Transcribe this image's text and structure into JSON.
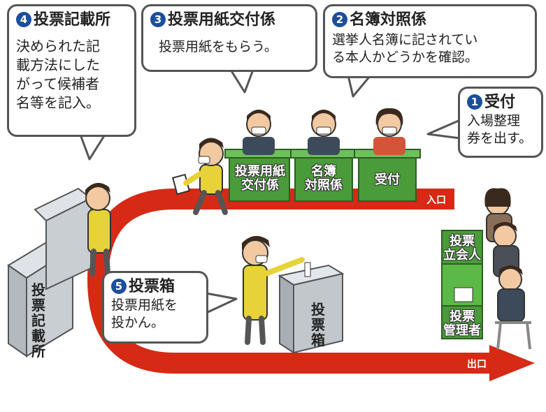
{
  "bubbles": {
    "kisai": {
      "num": "4",
      "title": "投票記載所",
      "body": "決められた記\n載方法にした\nがって候補者\n名等を記入。"
    },
    "yoshi": {
      "num": "3",
      "title": "投票用紙交付係",
      "body": "投票用紙をもらう。"
    },
    "meibo": {
      "num": "2",
      "title": "名簿対照係",
      "body": "選挙人名簿に記されてい\nる本人かどうかを確認。"
    },
    "uketsuke": {
      "num": "1",
      "title": "受付",
      "body": "入場整理\n券を出す。"
    },
    "bako": {
      "num": "5",
      "title": "投票箱",
      "body": "投票用紙を\n投かん。"
    }
  },
  "desk_signs": {
    "yoshi": "投票用紙\n交付係",
    "meibo": "名簿\n対照係",
    "uketsuke": "受付"
  },
  "booth_label": "投票記載所",
  "ballot_box_label": "投票箱",
  "witness_label": "投票\n立会人",
  "manager_label": "投票\n管理者",
  "entrance_label": "入口",
  "exit_label": "出口",
  "colors": {
    "route_red": "#d62a16",
    "desk_green": "#4a9b3a",
    "sign_green": "#5cb847",
    "badge_blue": "#1b4f9c",
    "booth_gray": "#c9ced3",
    "shirt_yellow": "#e7d23a"
  }
}
